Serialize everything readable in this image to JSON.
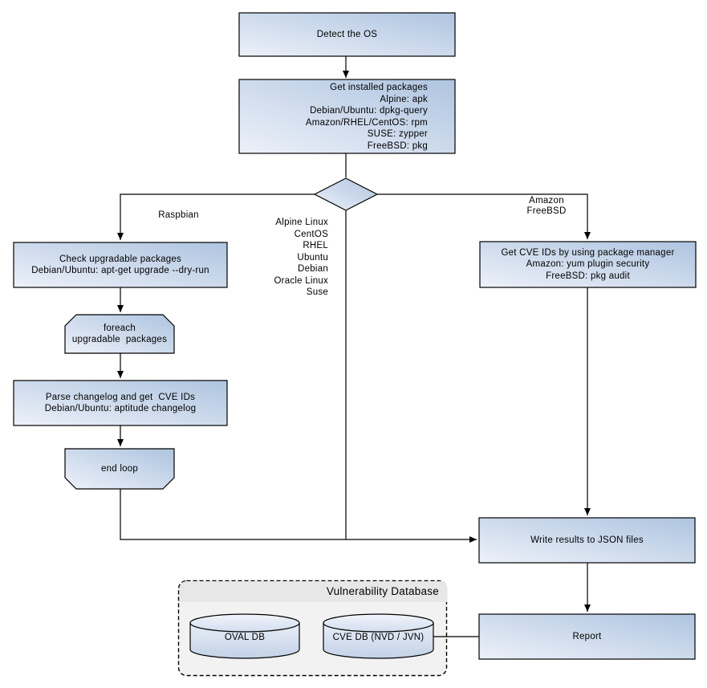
{
  "colors": {
    "node_fill_light": "#edf1f9",
    "node_fill_dark": "#aec4e0",
    "cylinder_top": "#f2f5fb",
    "cylinder_bottom": "#c2d2e8",
    "container_fill": "#f2f2f2",
    "container_header": "#e7e7e7",
    "stroke": "#000000",
    "background": "#ffffff"
  },
  "nodes": {
    "detect_os": {
      "label": "Detect the OS"
    },
    "get_installed_packages": {
      "lines": [
        "Get installed packages",
        "Alpine: apk",
        "Debian/Ubuntu: dpkg-query",
        "Amazon/RHEL/CentOS: rpm",
        "SUSE: zypper",
        "FreeBSD: pkg"
      ]
    },
    "check_upgradable_packages": {
      "lines": [
        "Check upgradable packages",
        "Debian/Ubuntu: apt-get upgrade --dry-run"
      ]
    },
    "foreach_upgradable_packages": {
      "lines": [
        "foreach",
        "upgradable  packages"
      ]
    },
    "parse_changelog": {
      "lines": [
        "Parse changelog and get  CVE IDs",
        "Debian/Ubuntu: aptitude changelog"
      ]
    },
    "end_loop": {
      "label": "end loop"
    },
    "get_cve_ids": {
      "lines": [
        "Get CVE IDs by using package manager",
        "Amazon: yum plugin security",
        "FreeBSD: pkg audit"
      ]
    },
    "write_results": {
      "label": "Write results to JSON files"
    },
    "report": {
      "label": "Report"
    },
    "oval_db": {
      "label": "OVAL DB"
    },
    "cve_db": {
      "label": "CVE DB (NVD / JVN)"
    }
  },
  "container": {
    "title": "Vulnerability Database"
  },
  "edge_labels": {
    "left_branch": "Raspbian",
    "right_branch": [
      "Amazon",
      "FreeBSD"
    ],
    "middle_branch": [
      "Alpine Linux",
      "CentOS",
      "RHEL",
      "Ubuntu",
      "Debian",
      "Oracle Linux",
      "Suse"
    ]
  }
}
